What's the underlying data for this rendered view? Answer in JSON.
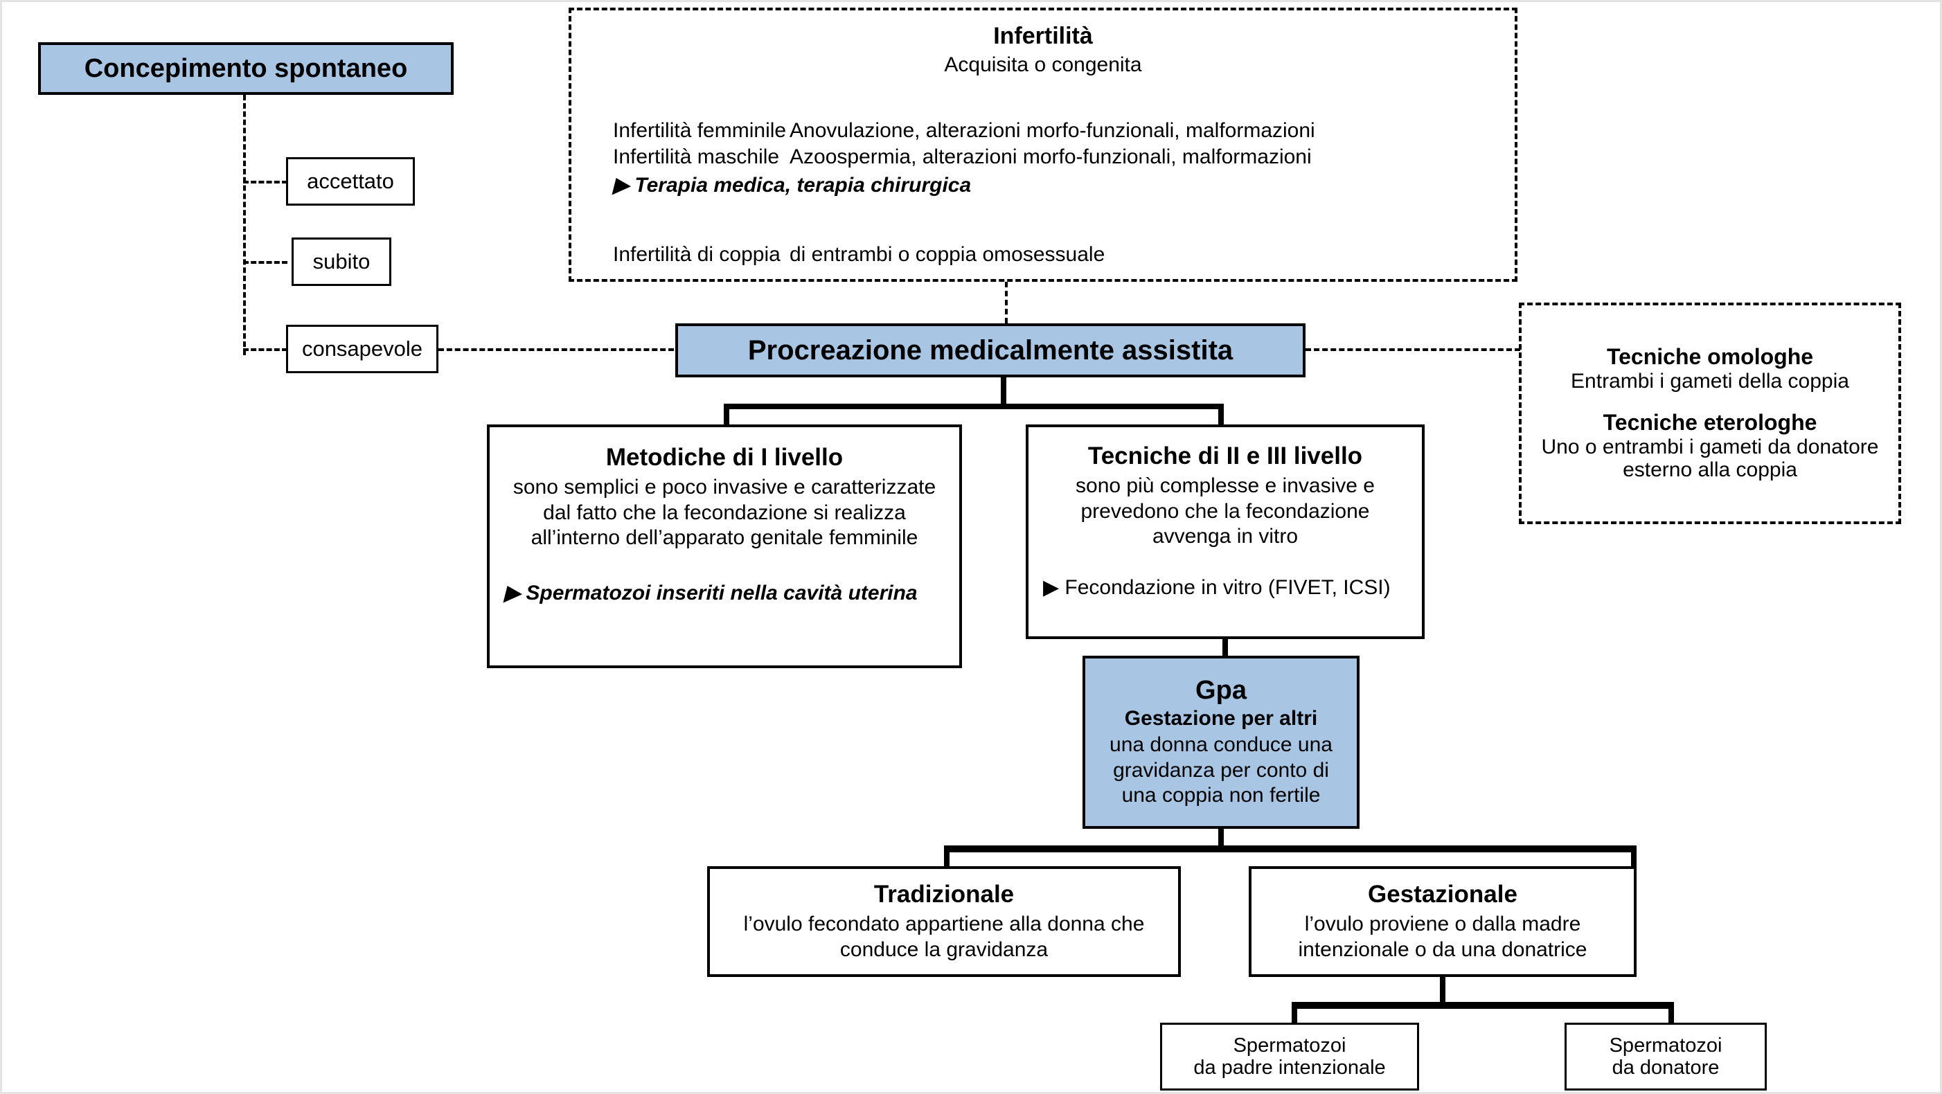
{
  "diagram": {
    "title": "Procreazione medicalmente assistita - schema",
    "accent_color": "#A9C5E4",
    "border_color": "#000000",
    "page_border_color": "#E3E3E3"
  },
  "spontaneous": {
    "title": "Concepimento spontaneo",
    "branches": [
      {
        "label": "accettato"
      },
      {
        "label": "subito"
      },
      {
        "label": "consapevole"
      }
    ]
  },
  "infertility": {
    "title": "Infertilità",
    "subtitle": "Acquisita o congenita",
    "rows": [
      {
        "label": "Infertilità femminile",
        "value": "Anovulazione, alterazioni morfo-funzionali, malformazioni"
      },
      {
        "label": "Infertilità maschile",
        "value": "Azoospermia, alterazioni morfo-funzionali, malformazioni"
      }
    ],
    "therapy_bullet": "▶ Terapia medica, terapia chirurgica",
    "couple": {
      "label": "Infertilità di coppia",
      "value": "di entrambi o coppia omosessuale"
    }
  },
  "pma": {
    "title": "Procreazione medicalmente assistita"
  },
  "techniques_panel": {
    "homologous_title": "Tecniche omologhe",
    "homologous_desc": "Entrambi i gameti della coppia",
    "heterologous_title": "Tecniche eterologhe",
    "heterologous_desc": "Uno o entrambi i gameti da donatore esterno alla coppia"
  },
  "level1": {
    "title": "Metodiche di I livello",
    "desc": "sono semplici e poco invasive e caratterizzate dal fatto che la fecondazione si realizza all’interno dell’apparato genitale femminile",
    "bullet": "▶ Spermatozoi inseriti nella cavità uterina"
  },
  "level23": {
    "title": "Tecniche di II e III livello",
    "desc": "sono più complesse e invasive e prevedono che la fecondazione avvenga in vitro",
    "bullet": "▶ Fecondazione in vitro (FIVET, ICSI)"
  },
  "gpa": {
    "title": "Gpa",
    "subtitle": "Gestazione per altri",
    "desc": "una donna conduce una gravidanza per conto di una coppia non fertile"
  },
  "traditional": {
    "title": "Tradizionale",
    "desc": "l’ovulo fecondato appartiene alla donna che conduce la gravidanza"
  },
  "gestational": {
    "title": "Gestazionale",
    "desc": "l’ovulo proviene o dalla madre intenzionale o da una donatrice"
  },
  "sperm_sources": [
    {
      "line1": "Spermatozoi",
      "line2": "da padre intenzionale"
    },
    {
      "line1": "Spermatozoi",
      "line2": "da donatore"
    }
  ]
}
